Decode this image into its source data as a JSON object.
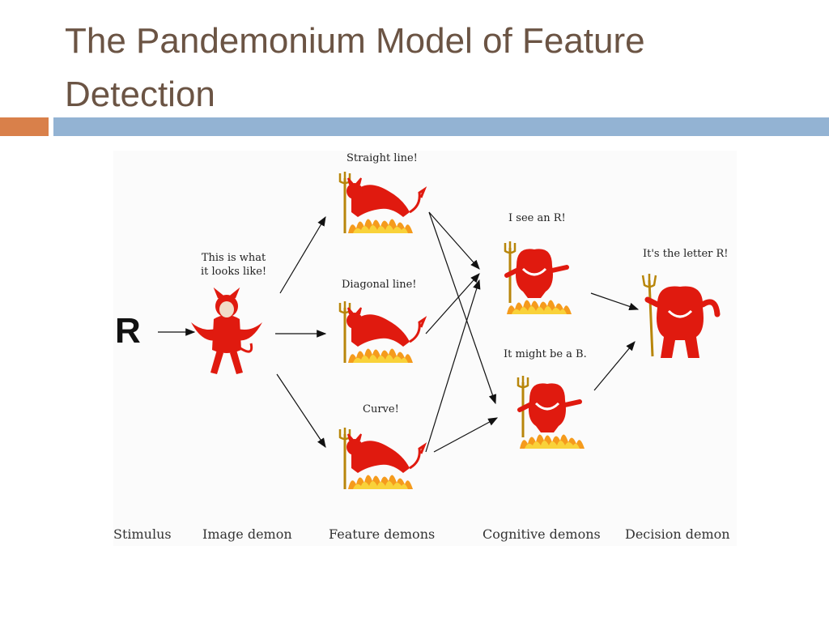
{
  "title": "The Pandemonium Model of Feature Detection",
  "diagram": {
    "stimulus": "R",
    "bubbles": {
      "image": [
        "This is what",
        "it looks like!"
      ],
      "straight": "Straight line!",
      "diagonal": "Diagonal line!",
      "curve": "Curve!",
      "cog_r": "I see an R!",
      "cog_b": "It might be a B.",
      "decision": "It's the letter R!"
    },
    "stages": [
      "Stimulus",
      "Image demon",
      "Feature demons",
      "Cognitive demons",
      "Decision demon"
    ]
  },
  "colors": {
    "title": "#6b5444",
    "orange_bar": "#d9804a",
    "blue_bar": "#93b3d3",
    "demon": "#e01a0f",
    "flame": "#f59b1c"
  }
}
